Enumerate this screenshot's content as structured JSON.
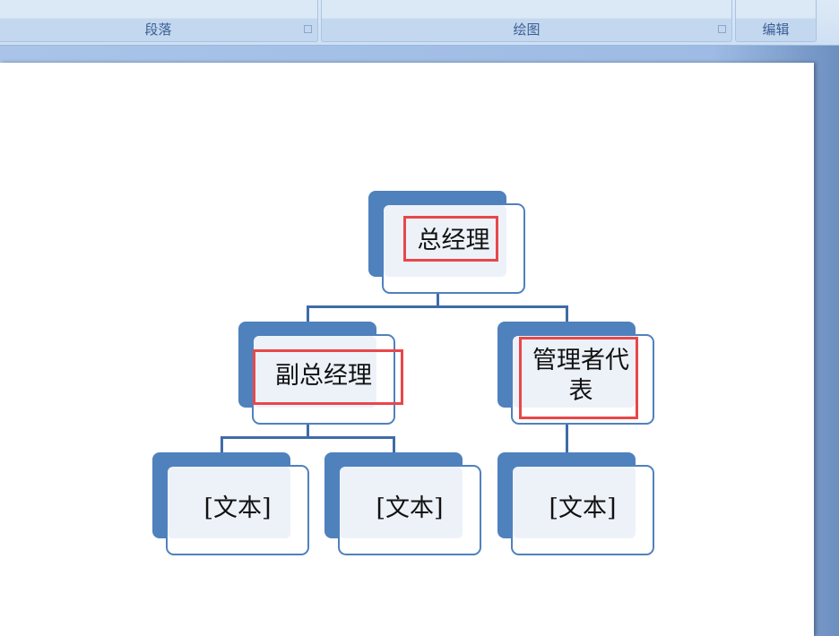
{
  "ribbon": {
    "groups": [
      {
        "label": "段落"
      },
      {
        "label": "绘图"
      },
      {
        "label": "编辑"
      }
    ]
  },
  "org_chart": {
    "top": {
      "text": "总经理"
    },
    "mid_left": {
      "text": "副总经理"
    },
    "mid_right": {
      "text": "管理者代表"
    },
    "bottom": [
      {
        "text": "[文本]"
      },
      {
        "text": "[文本]"
      },
      {
        "text": "[文本]"
      }
    ]
  },
  "colors": {
    "accent": "#4f81bd",
    "highlight": "#e8474a"
  }
}
